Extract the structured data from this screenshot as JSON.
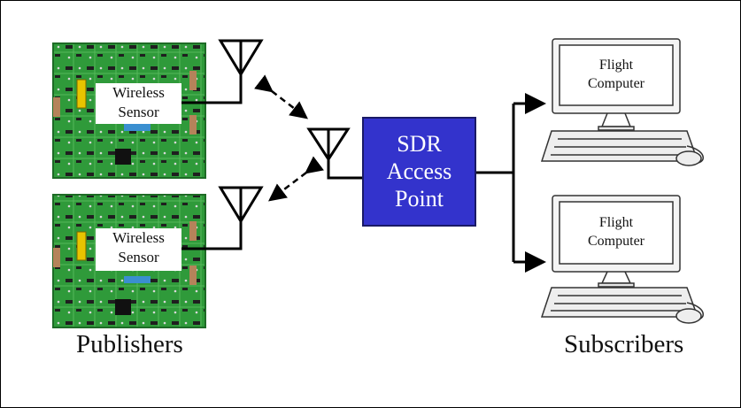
{
  "publishers": [
    {
      "label_line1": "Wireless",
      "label_line2": "Sensor"
    },
    {
      "label_line1": "Wireless",
      "label_line2": "Sensor"
    }
  ],
  "access_point": {
    "line1": "SDR",
    "line2": "Access",
    "line3": "Point"
  },
  "subscribers": [
    {
      "label_line1": "Flight",
      "label_line2": "Computer"
    },
    {
      "label_line1": "Flight",
      "label_line2": "Computer"
    }
  ],
  "captions": {
    "publishers": "Publishers",
    "subscribers": "Subscribers"
  },
  "colors": {
    "pcb_green": "#2f9a3a",
    "access_point_blue": "#3333cc",
    "line": "#000000"
  }
}
